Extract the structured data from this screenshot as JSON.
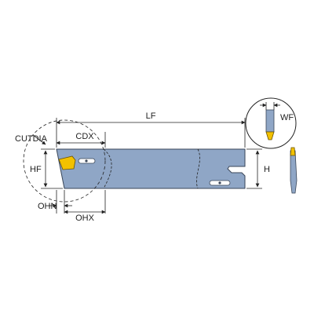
{
  "labels": {
    "lf": "LF",
    "cutdia": "CUTDIA",
    "cdx": "CDX",
    "hf": "HF",
    "h": "H",
    "ohn": "OHN",
    "ohx": "OHX",
    "wf": "WF"
  },
  "colors": {
    "holder_body": "#8fa6c6",
    "holder_outline": "#3a4658",
    "insert": "#f2c100",
    "insert_outline": "#6a5200",
    "line": "#222222",
    "background": "#ffffff"
  }
}
